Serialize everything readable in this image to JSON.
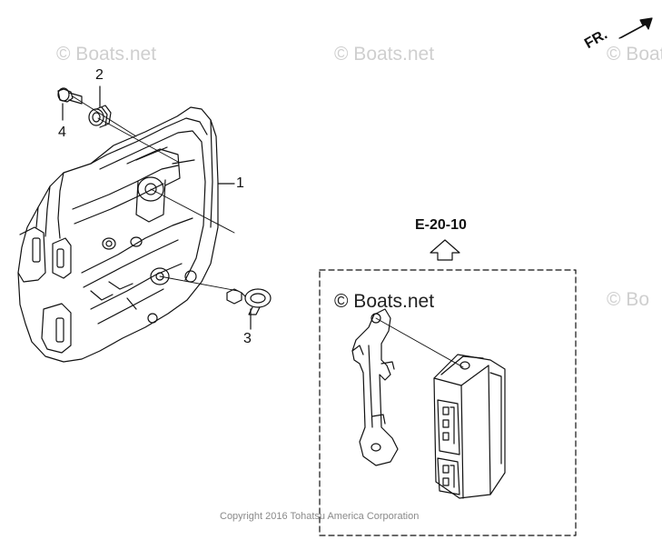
{
  "watermarks": {
    "top_left": "© Boats.net",
    "top_center": "© Boats.net",
    "top_right": "© Boats",
    "mid_right": "© Bo",
    "inset": "© Boats.net"
  },
  "direction": {
    "label": "FR."
  },
  "callouts": {
    "part1": "1",
    "part2": "2",
    "part3": "3",
    "part4": "4"
  },
  "reference": {
    "label": "E-20-10"
  },
  "copyright": "Copyright 2016 Tohatsu America Corporation"
}
